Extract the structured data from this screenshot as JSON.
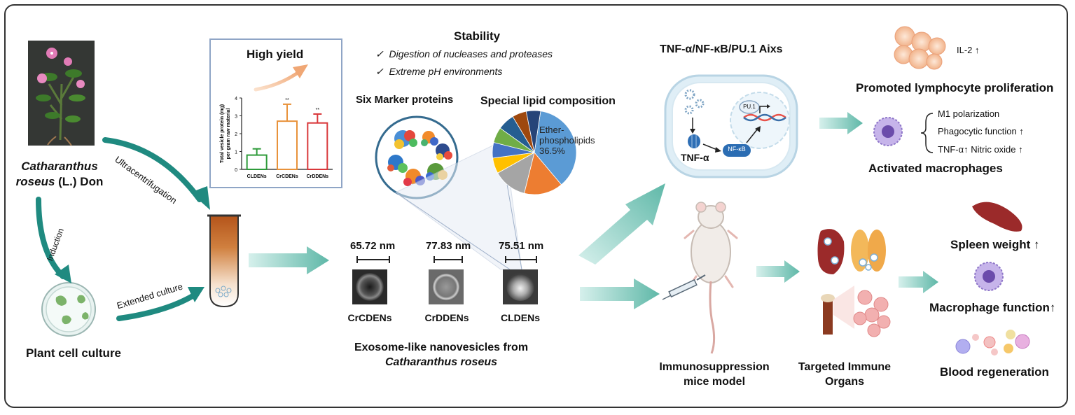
{
  "plant": {
    "species_line1": "Catharanthus",
    "species_line2_italic": "roseus",
    "species_line2_rest": "(L.) Don"
  },
  "process": {
    "ultracentrifugation": "Ultracentrifugation",
    "induction": "Induction",
    "extended_culture": "Extended culture",
    "plant_cell_culture": "Plant cell culture"
  },
  "yield_panel": {
    "title": "High yield"
  },
  "chart_data": {
    "type": "bar",
    "categories": [
      "CLDENs",
      "CrCDENs",
      "CrDDENs"
    ],
    "values": [
      0.8,
      2.7,
      2.6
    ],
    "errors": [
      0.35,
      0.95,
      0.5
    ],
    "significance": [
      "",
      "**",
      "**"
    ],
    "ylabel": "Total vesicle protein (mg) per gram raw material",
    "ylim": [
      0,
      4
    ],
    "yticks": [
      "0",
      "1",
      "2",
      "3",
      "4"
    ],
    "colors": [
      "#2e9b3a",
      "#e8923a",
      "#d9373a"
    ]
  },
  "stability": {
    "title": "Stability",
    "items": [
      "Digestion of nucleases and proteases",
      "Extreme pH environments"
    ],
    "check": "✓"
  },
  "markers": {
    "title": "Six Marker proteins"
  },
  "lipid": {
    "title": "Special lipid composition",
    "label_line1": "Ether-",
    "label_line2": "phospholipids",
    "label_line3": "36.5%",
    "slices": [
      {
        "value": 36.5,
        "color": "#5b9bd5"
      },
      {
        "value": 15,
        "color": "#ed7d31"
      },
      {
        "value": 13,
        "color": "#a5a5a5"
      },
      {
        "value": 6,
        "color": "#ffc000"
      },
      {
        "value": 6,
        "color": "#4472c4"
      },
      {
        "value": 6,
        "color": "#70ad47"
      },
      {
        "value": 6.5,
        "color": "#255e91"
      },
      {
        "value": 5.5,
        "color": "#9e480e"
      },
      {
        "value": 5.5,
        "color": "#264478"
      }
    ]
  },
  "vesicles": {
    "items": [
      {
        "size": "65.72 nm",
        "name": "CrCDENs"
      },
      {
        "size": "77.83 nm",
        "name": "CrDDENs"
      },
      {
        "size": "75.51 nm",
        "name": "CLDENs"
      }
    ],
    "caption_line1": "Exosome-like nanovesicles from",
    "caption_line2": "Catharanthus roseus"
  },
  "pathway": {
    "title": "TNF-α/NF-κB/PU.1 Aixs",
    "tnf": "TNF-α",
    "nfkb": "NF-κB",
    "pu1": "PU.1"
  },
  "outcomes": {
    "il2": "IL-2 ↑",
    "lymphocyte": "Promoted lymphocyte proliferation",
    "m1": "M1 polarization",
    "phago": "Phagocytic function ↑",
    "tnf_no": "TNF-α↑ Nitric oxide ↑",
    "macrophages": "Activated macrophages",
    "spleen": "Spleen weight ↑",
    "macro_func": "Macrophage function↑",
    "blood": "Blood regeneration"
  },
  "mice": {
    "line1": "Immunosuppression",
    "line2": "mice model"
  },
  "organs": {
    "line1": "Targeted Immune",
    "line2": "Organs"
  }
}
